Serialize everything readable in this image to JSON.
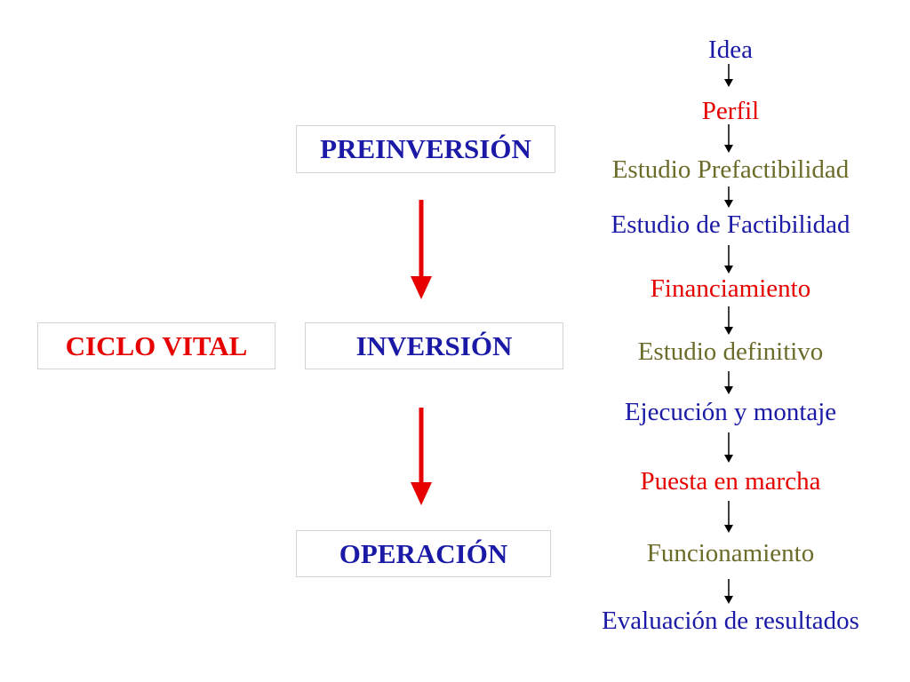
{
  "phases": {
    "preinversion": "PREINVERSIÓN",
    "ciclo_vital": "CICLO VITAL",
    "inversion": "INVERSIÓN",
    "operacion": "OPERACIÓN"
  },
  "steps": [
    {
      "label": "Idea",
      "color": "#1a1aa6"
    },
    {
      "label": "Perfil",
      "color": "#e60000"
    },
    {
      "label": "Estudio Prefactibilidad",
      "color": "#6b6b2a"
    },
    {
      "label": "Estudio de Factibilidad",
      "color": "#1a1aa6"
    },
    {
      "label": "Financiamiento",
      "color": "#e60000"
    },
    {
      "label": "Estudio definitivo",
      "color": "#6b6b2a"
    },
    {
      "label": "Ejecución y montaje",
      "color": "#1a1aa6"
    },
    {
      "label": "Puesta en marcha",
      "color": "#e60000"
    },
    {
      "label": "Funcionamiento",
      "color": "#6b6b2a"
    },
    {
      "label": "Evaluación de resultados",
      "color": "#1a1aa6"
    }
  ],
  "colors": {
    "blue": "#1a1aa6",
    "red": "#e60000",
    "olive": "#6b6b2a",
    "arrow_red": "#e60000",
    "arrow_black": "#000000"
  }
}
